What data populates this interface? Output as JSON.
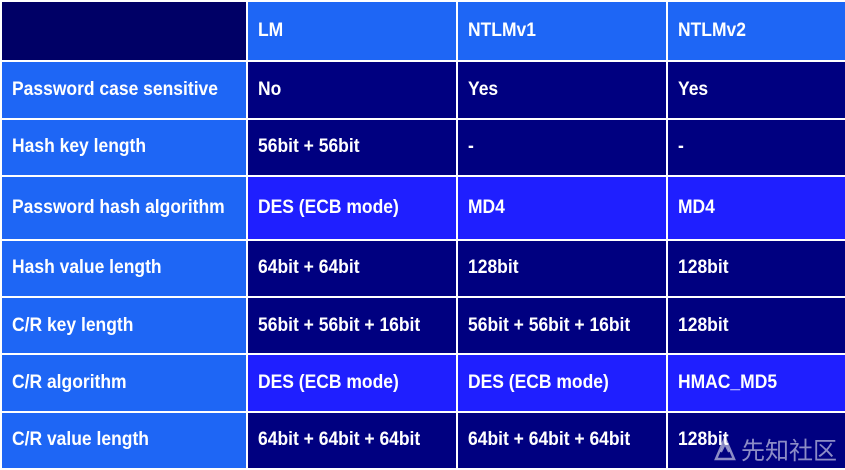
{
  "table": {
    "header": [
      "",
      "LM",
      "NTLMv1",
      "NTLMv2"
    ],
    "rows": [
      [
        "Password case sensitive",
        "No",
        "Yes",
        "Yes"
      ],
      [
        "Hash key length",
        "56bit + 56bit",
        "-",
        "-"
      ],
      [
        "Password hash algorithm",
        "DES (ECB mode)",
        "MD4",
        "MD4"
      ],
      [
        "Hash value length",
        "64bit + 64bit",
        "128bit",
        "128bit"
      ],
      [
        "C/R key length",
        "56bit + 56bit + 16bit",
        "56bit + 56bit + 16bit",
        "128bit"
      ],
      [
        "C/R algorithm",
        "DES (ECB mode)",
        "DES (ECB mode)",
        "HMAC_MD5"
      ],
      [
        "C/R value length",
        "64bit + 64bit + 64bit",
        "64bit + 64bit + 64bit",
        "128bit"
      ]
    ]
  },
  "watermark": {
    "text": "先知社区",
    "icon": "xianzhi-logo-icon"
  },
  "colors": {
    "header_bg": "#1e66f5",
    "corner_bg": "#000066",
    "dark_row_bg": "#000080",
    "bright_row_bg": "#1f1fff",
    "text": "#ffffff"
  }
}
